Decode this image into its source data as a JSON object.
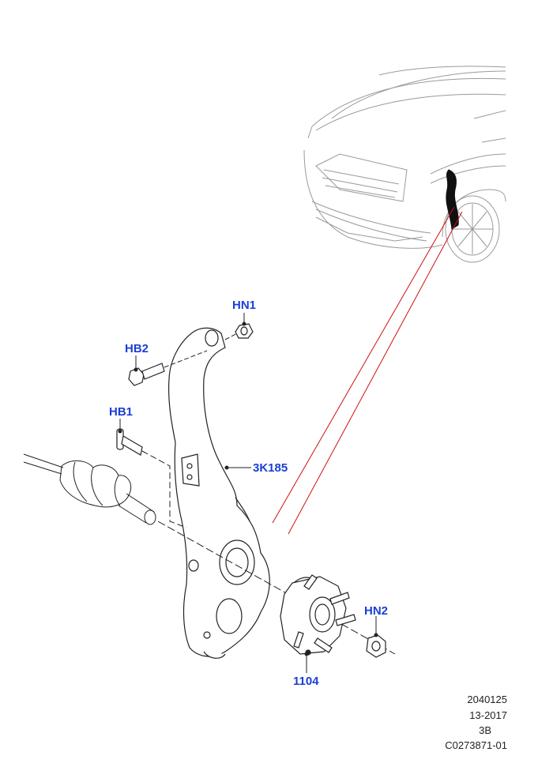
{
  "callouts": {
    "hn1": "HN1",
    "hb2": "HB2",
    "hb1": "HB1",
    "knuckle": "3K185",
    "hub": "1104",
    "hn2": "HN2"
  },
  "footer": {
    "line1": "2040125",
    "line2": "13-2017",
    "line3": "3B",
    "line4": "C0273871-01"
  },
  "colors": {
    "callout": "#1a3fd6",
    "leader": "#d01010",
    "line": "#222222",
    "vehicle": "#9a9a9a"
  }
}
